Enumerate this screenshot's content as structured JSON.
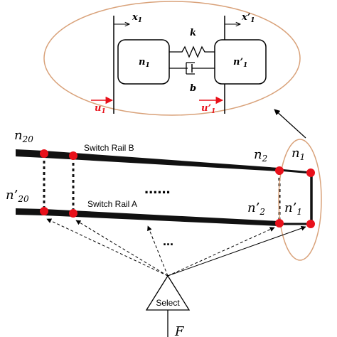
{
  "colors": {
    "ellipse": "#d9a27a",
    "rail": "#111111",
    "node": "#e8101a",
    "input_arrow": "#e8101a",
    "ink": "#000000"
  },
  "inset": {
    "x1_label": "x",
    "x1_sub": "1",
    "x1p_label": "x’",
    "x1p_sub": "1",
    "k_label": "k",
    "b_label": "b",
    "mass_left_label": "n",
    "mass_left_sub": "1",
    "mass_right_label": "n’",
    "mass_right_sub": "1",
    "u1_label": "u",
    "u1_sub": "1",
    "u1p_label": "u’",
    "u1p_sub": "1"
  },
  "rails": {
    "rail_b_label": "Switch Rail B",
    "rail_a_label": "Switch Rail A",
    "dots_middle": "......",
    "dots_lower": "..."
  },
  "nodes": {
    "n20": "n",
    "n20_sub": "20",
    "n20p": "n’",
    "n20p_sub": "20",
    "n2": "n",
    "n2_sub": "2",
    "n2p": "n’",
    "n2p_sub": "2",
    "n1": "n",
    "n1_sub": "1",
    "n1p": "n’",
    "n1p_sub": "1"
  },
  "select": {
    "label": "Select",
    "force_label": "F"
  }
}
